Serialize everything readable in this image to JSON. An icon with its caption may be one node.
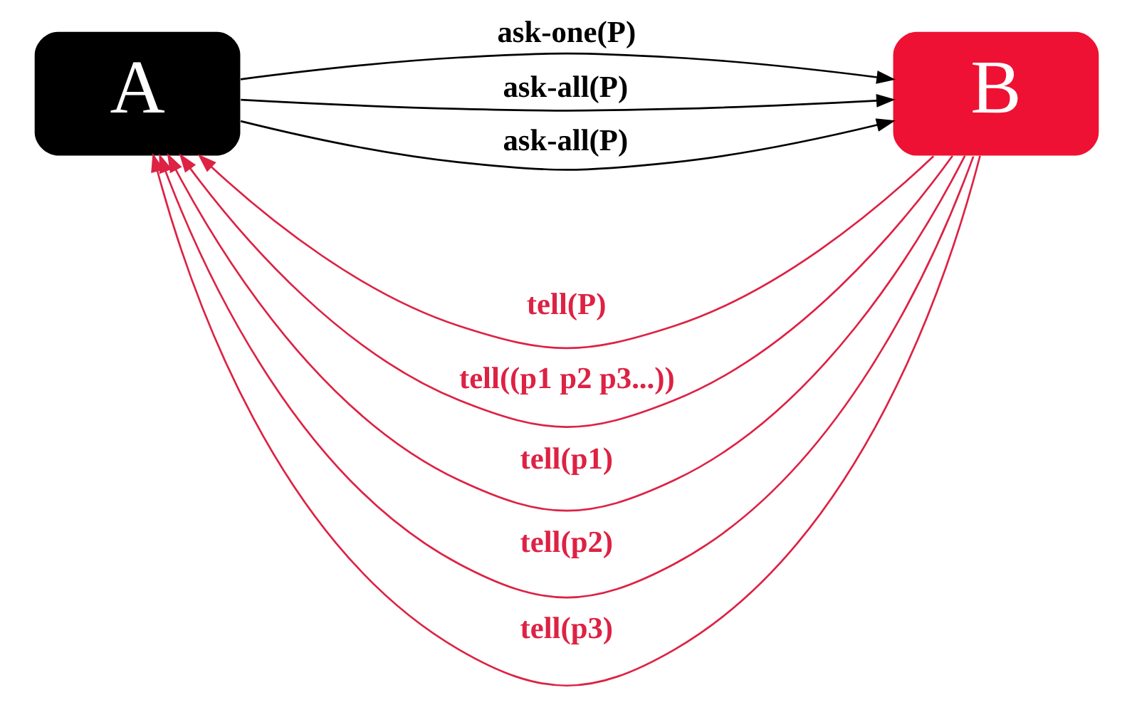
{
  "diagram": {
    "nodes": [
      {
        "text": [
          "A"
        ]
      },
      {
        "text": [
          "B"
        ]
      }
    ],
    "edges": [
      {
        "from": 0,
        "to": 1,
        "arrow": "to",
        "label": "ask-one(P)",
        "color": "#000000"
      },
      {
        "from": 1,
        "to": 0,
        "arrow": "to",
        "label": "tell(P)"
      },
      {
        "from": 0,
        "to": 1,
        "arrow": "to",
        "label": "ask-all(P)",
        "color": "#000000"
      },
      {
        "from": 1,
        "to": 0,
        "arrow": "to",
        "label": "tell((p1 p2 p3...))"
      },
      {
        "from": 0,
        "to": 1,
        "arrow": "to",
        "label": "ask-all(P)",
        "color": "#000000"
      },
      {
        "from": 1,
        "to": 0,
        "arrow": "to",
        "label": "tell(p1)"
      },
      {
        "from": 1,
        "to": 0,
        "arrow": "to",
        "label": "tell(p2)"
      },
      {
        "from": 1,
        "to": 0,
        "arrow": "to",
        "label": "tell(p3)"
      }
    ]
  }
}
